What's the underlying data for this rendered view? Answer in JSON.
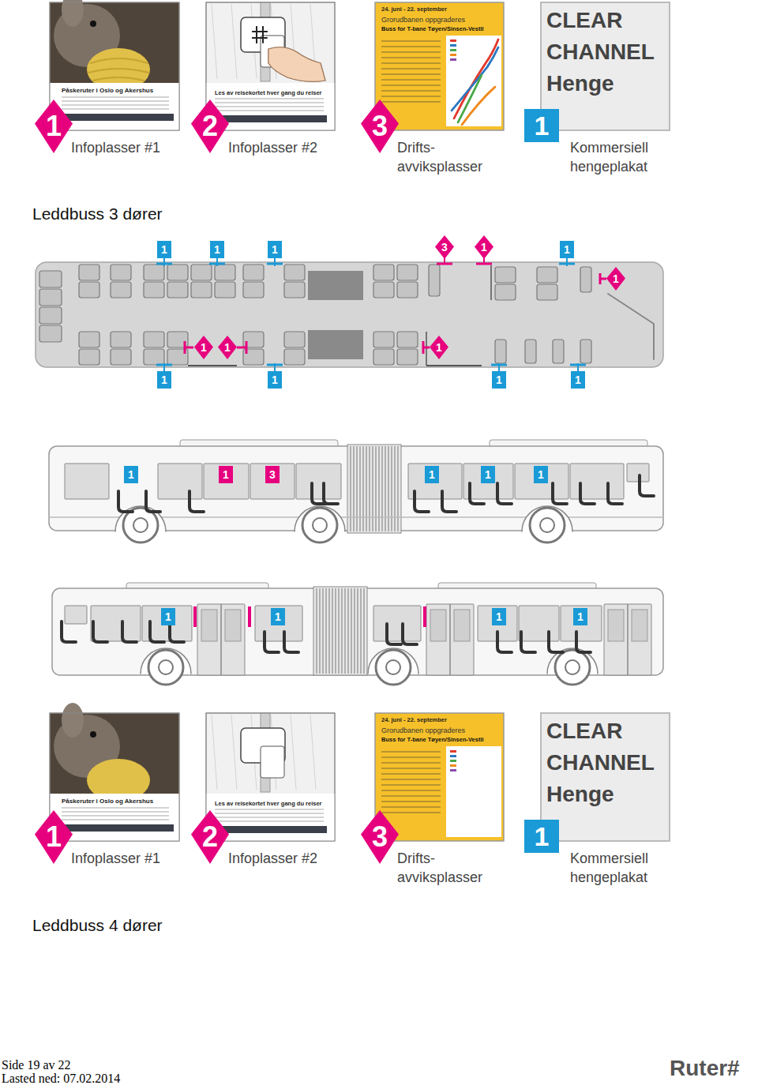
{
  "diagram": {
    "nodes": [
      {
        "text": [
          "Påskeruter i Oslo og Akershus",
          "Infoplasser #1"
        ]
      },
      {
        "text": [
          "Les av reisekortet hver gang du reiser",
          "Infoplasser #2"
        ]
      },
      {
        "text": [
          "24. juni - 22. september",
          "Grorudbanen oppgraderes",
          "Buss for T-bane Tøyen/Sinsen-Vestli",
          "Drifts- avviksplasser"
        ]
      },
      {
        "text": [
          "CLEAR CHANNEL Henge",
          "Kommersiell hengeplakat"
        ]
      },
      {
        "text": [
          "Påskeruter i Oslo og Akershus",
          "Infoplasser #1"
        ]
      },
      {
        "text": [
          "Les av reisekortet hver gang du reiser",
          "Infoplasser #2"
        ]
      },
      {
        "text": [
          "24. juni - 22. september",
          "Grorudbanen oppgraderes",
          "Buss for T-bane Tøyen/Sinsen-Vestli",
          "Drifts- avviksplasser"
        ]
      },
      {
        "text": [
          "CLEAR CHANNEL Henge",
          "Kommersiell hengeplakat"
        ]
      }
    ],
    "labels": [
      "1",
      "2",
      "3",
      "1",
      "Leddbuss 3 dører",
      "1",
      "1",
      "1",
      "3",
      "1",
      "1",
      "1",
      "1",
      "1",
      "1",
      "1",
      "1",
      "1",
      "1",
      "1",
      "1",
      "3",
      "1",
      "1",
      "1",
      "1",
      "1",
      "1",
      "1",
      "1",
      "2",
      "3",
      "1",
      "Leddbuss 4 dører",
      "Side 19 av 22",
      "Lasted ned: 07.02.2014",
      "Ruter#"
    ]
  }
}
